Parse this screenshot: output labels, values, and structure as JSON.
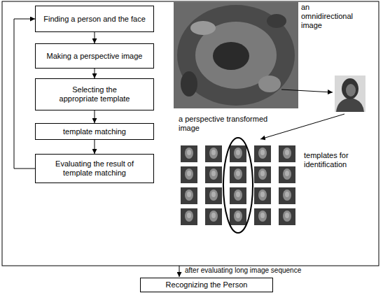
{
  "diagram": {
    "nodes": [
      {
        "text": [
          "Finding a person and the face"
        ]
      },
      {
        "text": [
          "Making a perspective image"
        ]
      },
      {
        "text": [
          "Selecting the appropriate template"
        ]
      },
      {
        "text": [
          "template matching"
        ]
      },
      {
        "text": [
          "Evaluating the result of template matching"
        ]
      },
      {
        "text": [
          "Recognizing the Person"
        ]
      }
    ],
    "edges": [
      {
        "from": 0,
        "to": 1,
        "arrow": "to"
      },
      {
        "from": 1,
        "to": 2,
        "arrow": "to"
      },
      {
        "from": 2,
        "to": 3,
        "arrow": "to"
      },
      {
        "from": 3,
        "to": 4,
        "arrow": "to"
      },
      {
        "from": 4,
        "to": 0,
        "arrow": "to"
      }
    ],
    "labels": [
      "an omnidirectional image",
      "a perspective transformed image",
      "templates for identification",
      "after evaluating long image sequence"
    ]
  }
}
